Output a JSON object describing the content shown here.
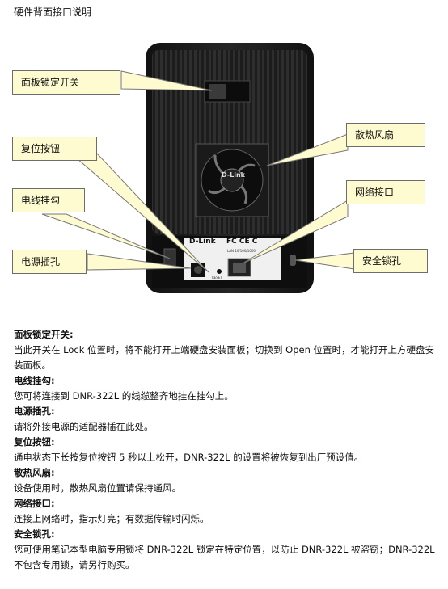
{
  "page_title": "硬件背面接口说明",
  "device": {
    "brand_logo": "D-Link",
    "fan_logo": "D-Link",
    "cert_marks": "FC CE C",
    "port_label_small": "LAN 10/100/1000",
    "reset_label_small": "RESET"
  },
  "callouts": {
    "panel_lock": "面板锁定开关",
    "reset": "复位按钮",
    "cable_hook": "电线挂勾",
    "power_jack": "电源插孔",
    "fan": "散热风扇",
    "network_port": "网络接口",
    "security_lock": "安全锁孔"
  },
  "sections": [
    {
      "heading": "面板锁定开关:",
      "body": "当此开关在 Lock 位置时，将不能打开上端硬盘安装面板；切换到 Open 位置时，才能打开上方硬盘安装面板。"
    },
    {
      "heading": "电线挂勾:",
      "body": "您可将连接到 DNR-322L 的线缆整齐地挂在挂勾上。"
    },
    {
      "heading": "电源插孔:",
      "body": "请将外接电源的适配器插在此处。"
    },
    {
      "heading": "复位按钮:",
      "body": "通电状态下长按复位按钮 5 秒以上松开，DNR-322L 的设置将被恢复到出厂预设值。"
    },
    {
      "heading": "散热风扇:",
      "body": "设备使用时，散热风扇位置请保持通风。"
    },
    {
      "heading": "网络接口:",
      "body": "连接上网络时，指示灯亮；有数据传输时闪烁。"
    },
    {
      "heading": "安全锁孔:",
      "body": "您可使用笔记本型电脑专用锁将 DNR-322L 锁定在特定位置，以防止 DNR-322L 被盗窃；DNR-322L 不包含专用锁，请另行购买。"
    }
  ]
}
